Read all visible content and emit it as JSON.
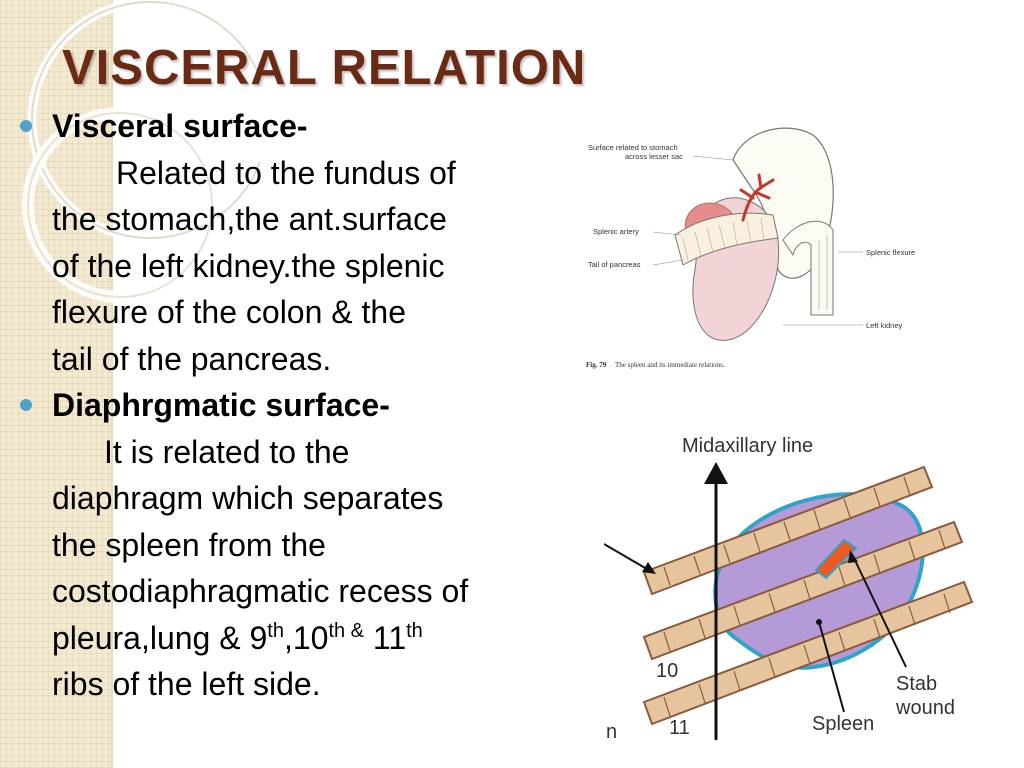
{
  "slide": {
    "title": "VISCERAL RELATION",
    "bullets": [
      {
        "heading": "Visceral surface-",
        "lines": [
          "Related to the fundus of",
          "the stomach,the ant.surface",
          "of the left kidney.the splenic",
          "flexure of the colon & the",
          "tail of the pancreas."
        ]
      },
      {
        "heading": "Diaphrgmatic surface-",
        "lines": [
          "It is related to the",
          "diaphragm which separates",
          "the spleen from the",
          "costodiaphragmatic recess of"
        ],
        "last_line": {
          "pre": "pleura,lung & 9",
          "sup1": "th",
          "mid1": ",10",
          "sup2": "th &",
          "mid2": " 11",
          "sup3": "th"
        },
        "final_line": "ribs of the left side."
      }
    ]
  },
  "figure1": {
    "labels": {
      "stomach": "Surface related to stomach",
      "stomach2": "across lesser sac",
      "artery": "Splenic artery",
      "pancreas": "Tail of pancreas",
      "flexure": "Splenic flexure",
      "kidney": "Left kidney"
    },
    "caption_num": "Fig. 79",
    "caption_text": "The spleen and its immediate relations."
  },
  "figure2": {
    "labels": {
      "line": "Midaxillary line",
      "rib10": "10",
      "rib11": "11",
      "partial": "n",
      "spleen": "Spleen",
      "stab1": "Stab",
      "stab2": "wound"
    }
  },
  "colors": {
    "title": "#6b2a14",
    "bullet": "#4fa2c8",
    "band": "#f3ead1",
    "spleen": "#b49ad6",
    "rib": "#e6c59e"
  }
}
